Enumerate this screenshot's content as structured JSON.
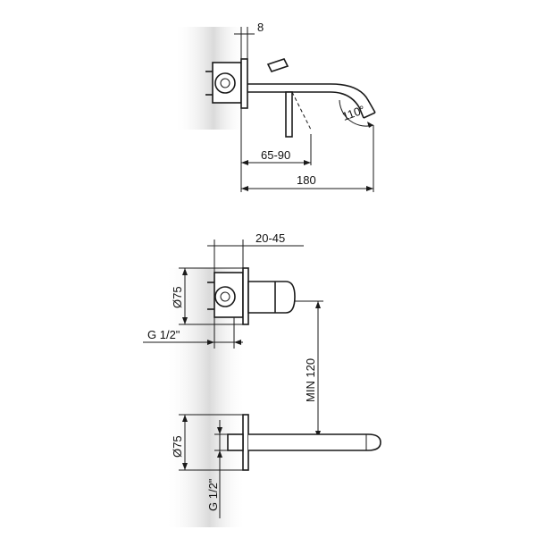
{
  "dimensions": {
    "plate_thickness": "8",
    "spout_reach_adjust": "65-90",
    "total_length": "180",
    "angle": "110°",
    "body_depth": "20-45",
    "plate_diameter_top": "Ø75",
    "thread_top": "G 1/2\"",
    "min_height": "MIN 120",
    "plate_diameter_bottom": "Ø75",
    "thread_bottom": "G 1/2\""
  },
  "colors": {
    "line": "#1a1a1a",
    "shadow": "#d9d9d9",
    "background": "#ffffff"
  }
}
